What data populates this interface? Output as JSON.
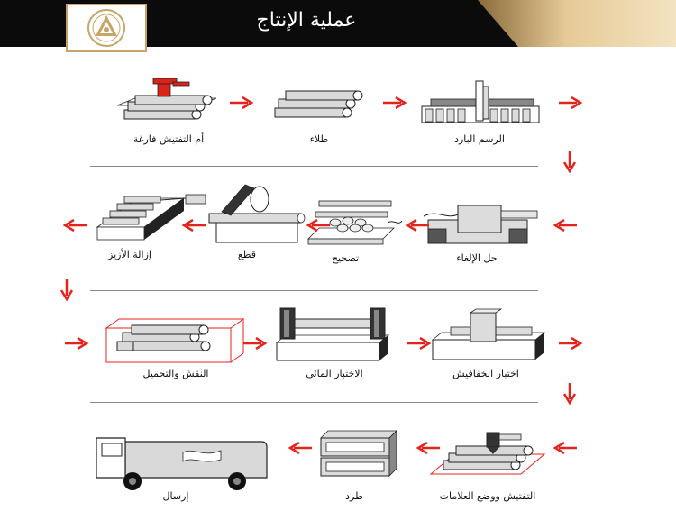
{
  "header": {
    "title": "عملية الإنتاج"
  },
  "colors": {
    "accent": "#e5231b",
    "gold": "#c8a46a",
    "dark": "#0b0b0b"
  },
  "steps": [
    {
      "label": "أم التفتيش فارغة"
    },
    {
      "label": "طلاء"
    },
    {
      "label": "الرسم البارد"
    },
    {
      "label": "حل الإلغاء"
    },
    {
      "label": "تصحيح"
    },
    {
      "label": "قطع"
    },
    {
      "label": "إزالة الأزيز"
    },
    {
      "label": "النقش والتحميل"
    },
    {
      "label": "الاختبار المائي"
    },
    {
      "label": "اختبار الخفافيش"
    },
    {
      "label": "التفتيش ووضع العلامات"
    },
    {
      "label": "طرد"
    },
    {
      "label": "إرسال"
    }
  ]
}
